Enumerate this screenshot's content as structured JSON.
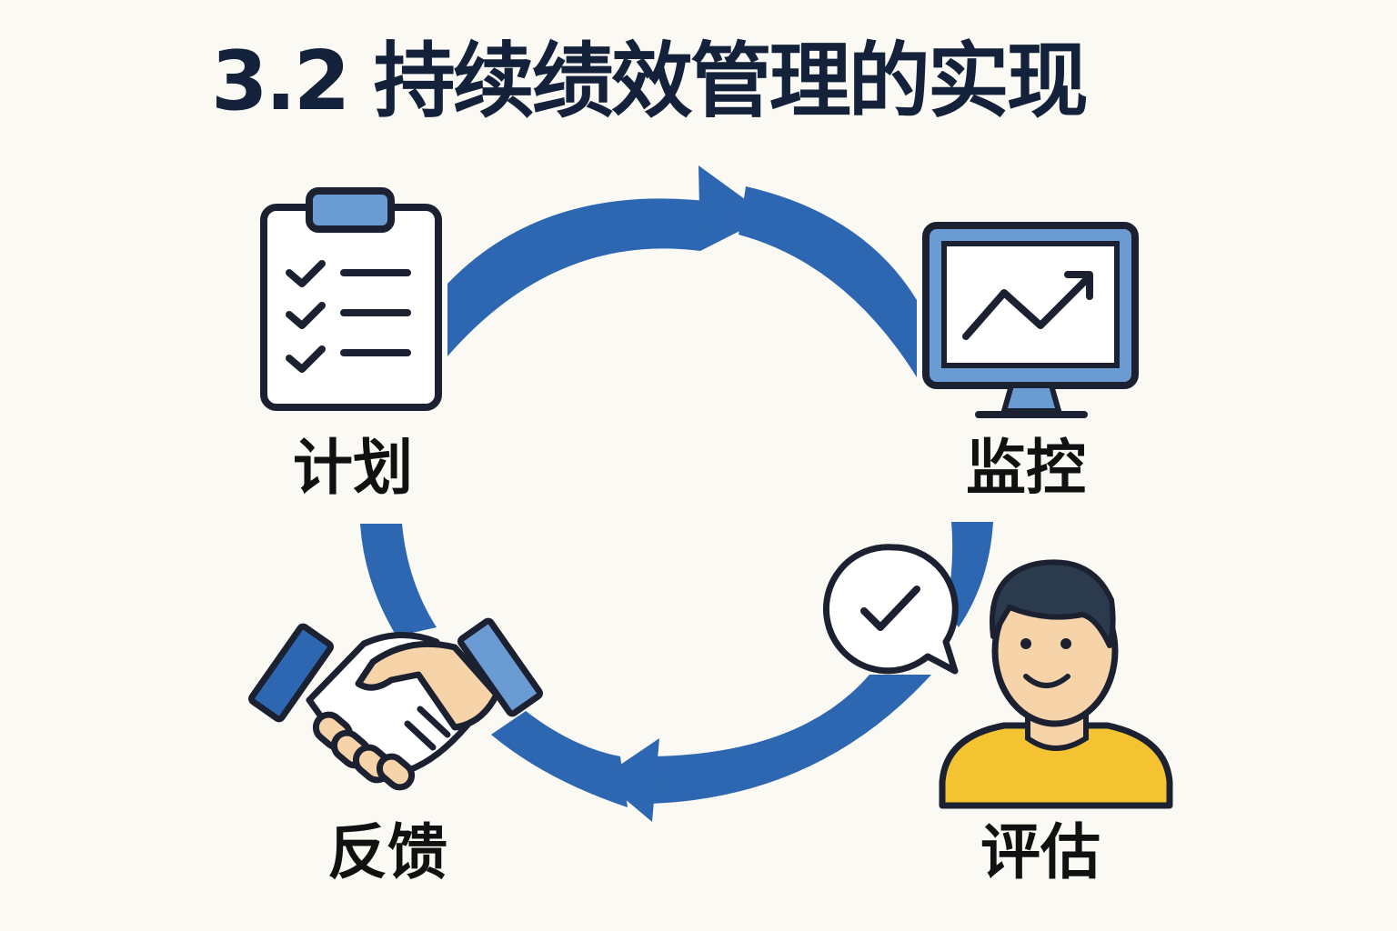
{
  "title": "3.2 持续绩效管理的实现",
  "stages": {
    "plan": {
      "label": "计划",
      "icon": "clipboard-checklist-icon"
    },
    "monitor": {
      "label": "监控",
      "icon": "monitor-chart-icon"
    },
    "evaluate": {
      "label": "评估",
      "icon": "person-check-bubble-icon"
    },
    "feedback": {
      "label": "反馈",
      "icon": "handshake-icon"
    }
  },
  "colors": {
    "arrow": "#2e67b1",
    "icon_fill_blue": "#6a9bd3",
    "outline": "#1b2130",
    "skin": "#f6d3a9",
    "shirt": "#f4c332",
    "hair": "#2c3a4d",
    "background": "#fbf9f4"
  }
}
